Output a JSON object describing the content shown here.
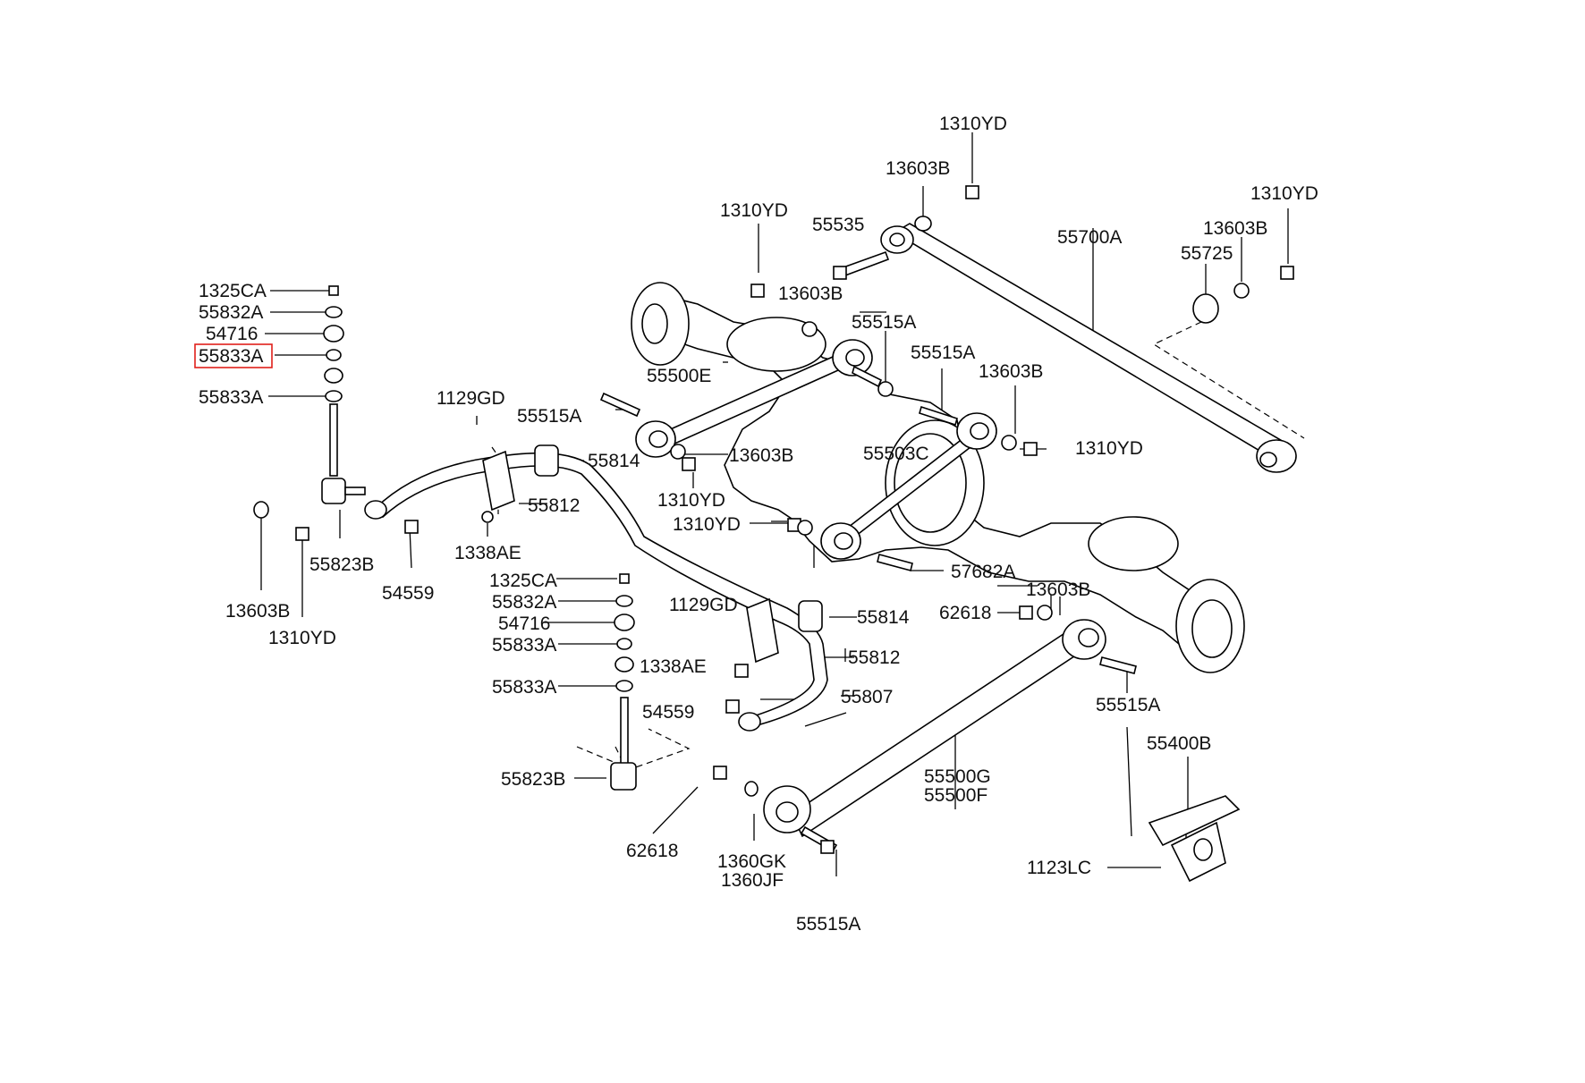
{
  "labels": {
    "l01": "1310YD",
    "l02": "13603B",
    "l03": "1310YD",
    "l04": "55535",
    "l05": "55700A",
    "l06": "13603B",
    "l07": "1310YD",
    "l08": "55725",
    "l09": "13603B",
    "l10": "55515A",
    "l11": "55500E",
    "l12": "55515A",
    "l13": "13603B",
    "l14": "55515A",
    "l15": "1129GD",
    "l16": "55814",
    "l17": "13603B",
    "l18": "1310YD",
    "l19": "55503C",
    "l20": "1310YD",
    "l21": "1310YD",
    "l22": "55812",
    "l23": "1338AE",
    "l24": "57682A",
    "l25": "13603B",
    "l26": "55823B",
    "l27": "54559",
    "l28": "13603B",
    "l29": "1310YD",
    "l30": "1325CA",
    "l31": "55832A",
    "l32": "54716",
    "l33": "55833A",
    "l34": "55833A",
    "l35": "1325CA",
    "l36": "55832A",
    "l37": "54716",
    "l38": "55833A",
    "l39": "55833A",
    "l40": "1129GD",
    "l41": "55814",
    "l42": "55812",
    "l43": "1338AE",
    "l44": "54559",
    "l45": "55807",
    "l46": "62618",
    "l47": "55515A",
    "l48": "55823B",
    "l49": "62618",
    "l50": "55500G",
    "l51": "55500F",
    "l52": "55400B",
    "l53": "1360GK",
    "l54": "1360JF",
    "l55": "1123LC",
    "l56": "55515A"
  },
  "highlight": {
    "color": "#e0201b"
  }
}
